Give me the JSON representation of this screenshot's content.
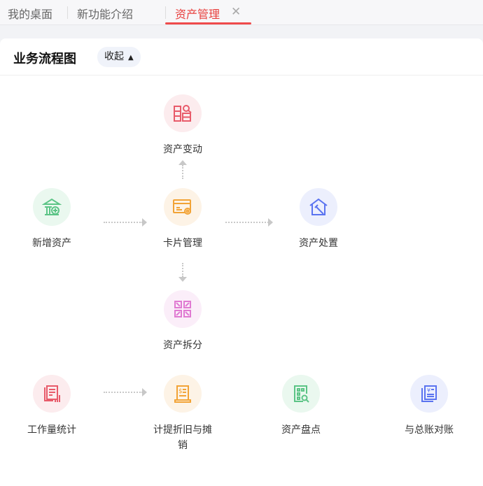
{
  "tabs": [
    {
      "label": "我的桌面"
    },
    {
      "label": "新功能介绍"
    },
    {
      "label": "资产管理",
      "active": true
    }
  ],
  "header": {
    "title": "业务流程图",
    "collapse_label": "收起"
  },
  "nodes": {
    "change": {
      "label": "资产变动",
      "color": "#e85a6a",
      "bg": "#fcecee"
    },
    "add": {
      "label": "新增资产",
      "color": "#5cc486",
      "bg": "#eaf8ef"
    },
    "card": {
      "label": "卡片管理",
      "color": "#f2a336",
      "bg": "#fdf3e6"
    },
    "dispose": {
      "label": "资产处置",
      "color": "#5a73f0",
      "bg": "#eceffd"
    },
    "split": {
      "label": "资产拆分",
      "color": "#e07ad2",
      "bg": "#fbeef9"
    },
    "workload": {
      "label": "工作量统计",
      "color": "#e85a6a",
      "bg": "#fcecee"
    },
    "depreciation": {
      "label": "计提折旧与摊销",
      "color": "#f2a336",
      "bg": "#fdf3e6"
    },
    "inventory": {
      "label": "资产盘点",
      "color": "#5cc486",
      "bg": "#eaf8ef"
    },
    "reconcile": {
      "label": "与总账对账",
      "color": "#5a73f0",
      "bg": "#eceffd"
    }
  }
}
